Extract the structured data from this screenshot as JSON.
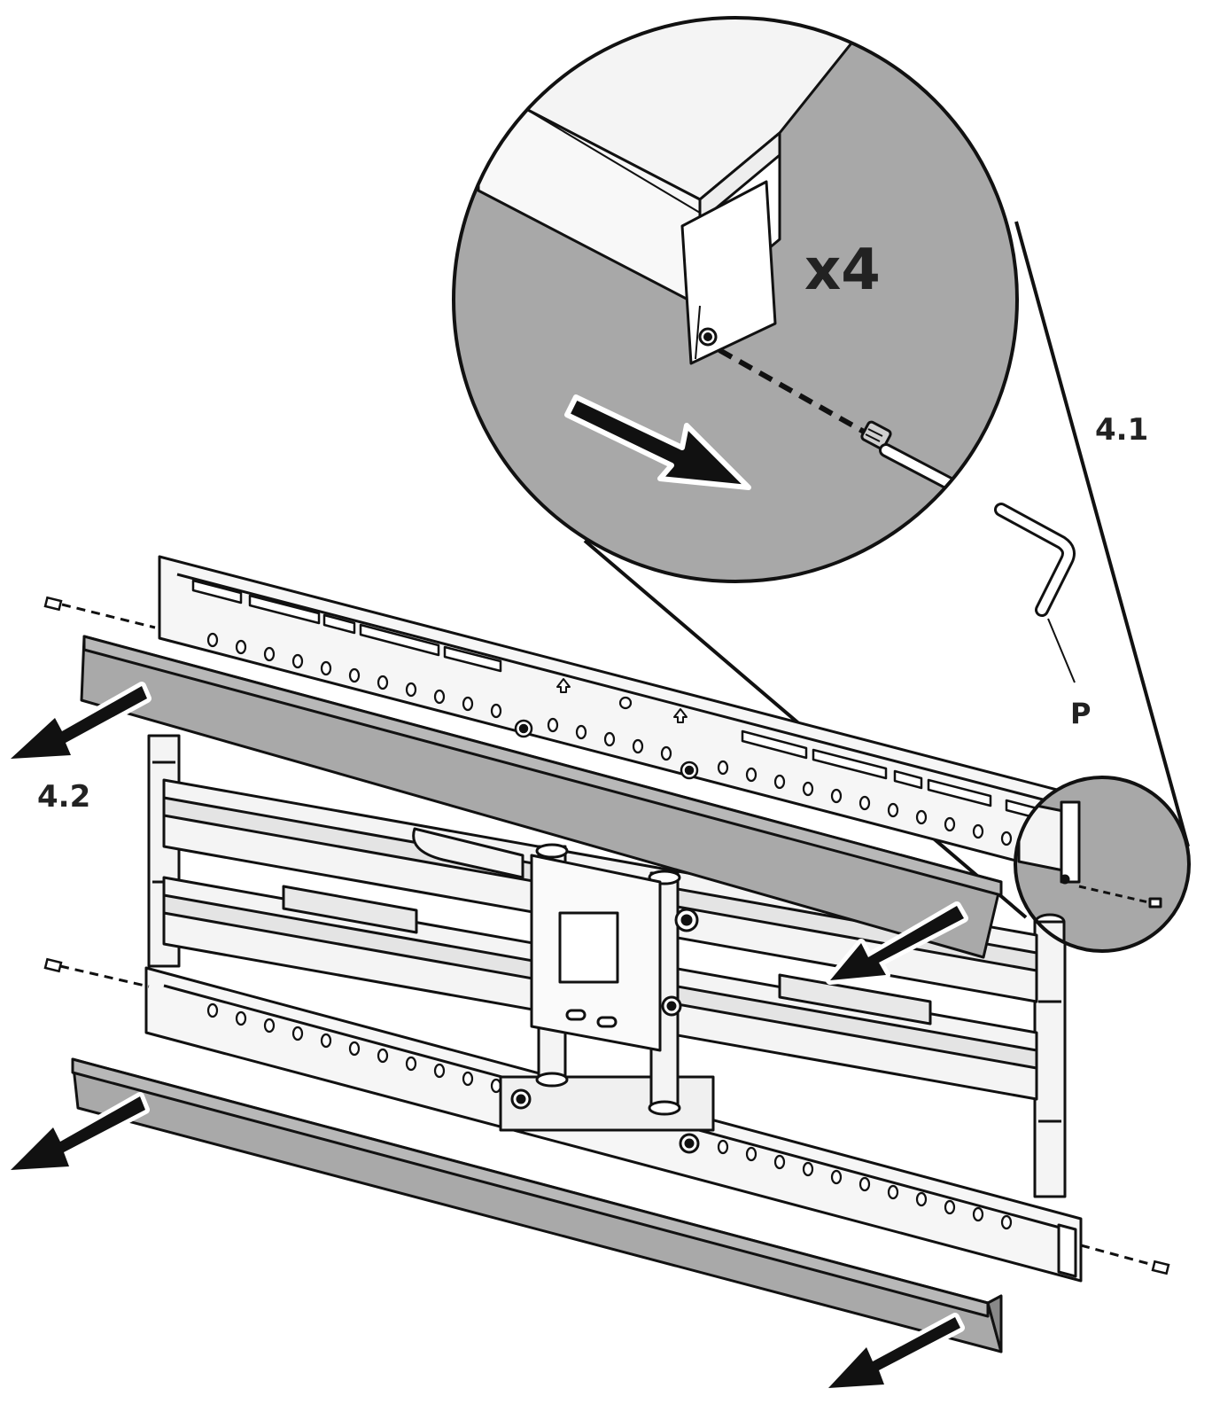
{
  "labels": {
    "quantity": "x4",
    "step_remove_screws": "4.1",
    "step_remove_covers": "4.2",
    "tool_callout": "P"
  },
  "colors": {
    "line": "#111111",
    "cover_gray": "#a9a9a9",
    "detail_bg": "#a8a8a8",
    "bracket_light": "#f4f4f4"
  },
  "icons": [
    "allen-key-icon",
    "screw-icon",
    "arrow-icon",
    "magnifier-circle-icon"
  ]
}
